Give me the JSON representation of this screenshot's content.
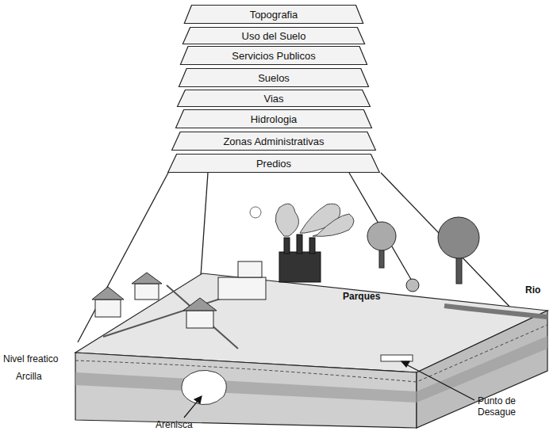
{
  "diagram": {
    "nodes": [
      {
        "text": [
          "Topografia"
        ]
      },
      {
        "text": [
          "Uso del Suelo"
        ]
      },
      {
        "text": [
          "Servicios Publicos"
        ]
      },
      {
        "text": [
          "Suelos"
        ]
      },
      {
        "text": [
          "Vias"
        ]
      },
      {
        "text": [
          "Hidrologia"
        ]
      },
      {
        "text": [
          "Zonas Administrativas"
        ]
      },
      {
        "text": [
          "Predios"
        ]
      }
    ],
    "labels": [
      "Parques",
      "Rio",
      "Nivel freatico",
      "Arcilla",
      "Arenisca",
      "Punto de Desague"
    ]
  }
}
